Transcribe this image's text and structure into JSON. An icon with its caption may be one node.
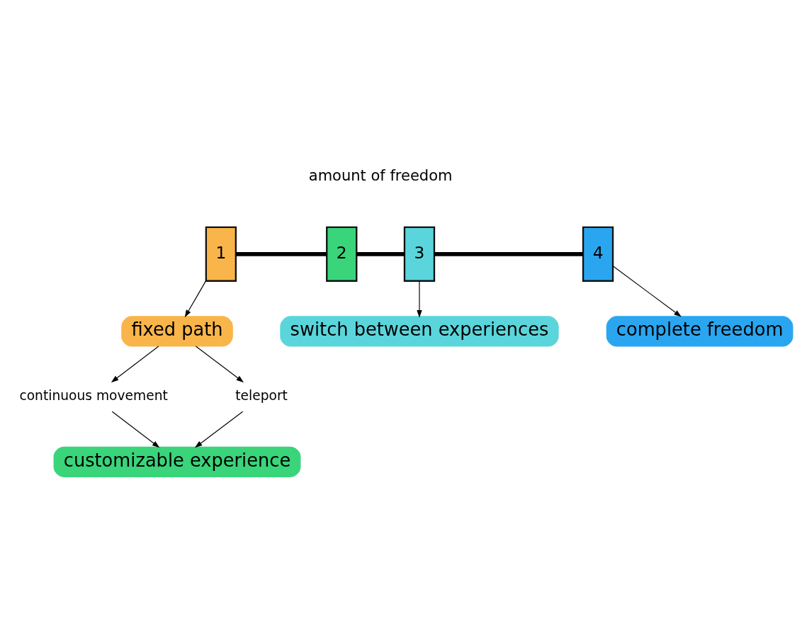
{
  "diagram": {
    "nodes": [
      {
        "text": [
          "1"
        ]
      },
      {
        "text": [
          "2"
        ]
      },
      {
        "text": [
          "3"
        ]
      },
      {
        "text": [
          "4"
        ]
      },
      {
        "text": [
          "fixed path"
        ]
      },
      {
        "text": [
          "continuous movement"
        ]
      },
      {
        "text": [
          "teleport"
        ]
      },
      {
        "text": [
          "customizable experience"
        ]
      },
      {
        "text": [
          "switch between experiences"
        ]
      },
      {
        "text": [
          "complete freedom"
        ]
      }
    ],
    "edges": [
      {
        "from": 0,
        "to": 1,
        "arrow": "none",
        "style": "thick"
      },
      {
        "from": 1,
        "to": 2,
        "arrow": "none",
        "style": "thick"
      },
      {
        "from": 2,
        "to": 3,
        "arrow": "none",
        "style": "thick"
      },
      {
        "from": 0,
        "to": 4,
        "arrow": "to"
      },
      {
        "from": 4,
        "to": 5,
        "arrow": "to"
      },
      {
        "from": 4,
        "to": 6,
        "arrow": "to"
      },
      {
        "from": 5,
        "to": 7,
        "arrow": "to"
      },
      {
        "from": 6,
        "to": 7,
        "arrow": "to"
      },
      {
        "from": 2,
        "to": 8,
        "arrow": "to"
      },
      {
        "from": 3,
        "to": 9,
        "arrow": "to"
      }
    ],
    "labels": [
      "amount of freedom"
    ]
  }
}
